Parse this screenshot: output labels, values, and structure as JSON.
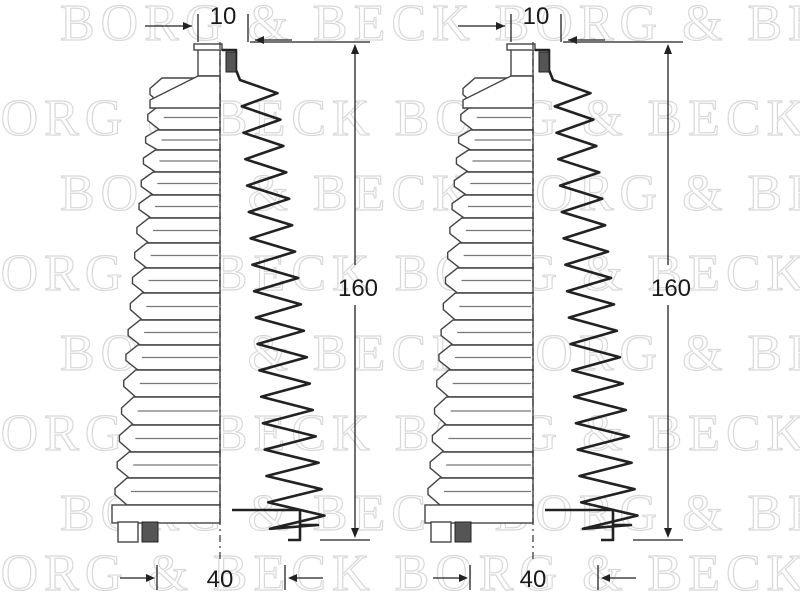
{
  "watermark": {
    "brand_text": "BORG & BECK"
  },
  "parts": [
    {
      "dimensions": {
        "top_width": "10",
        "height": "160",
        "bottom_width": "40"
      }
    },
    {
      "dimensions": {
        "top_width": "10",
        "height": "160",
        "bottom_width": "40"
      }
    }
  ]
}
